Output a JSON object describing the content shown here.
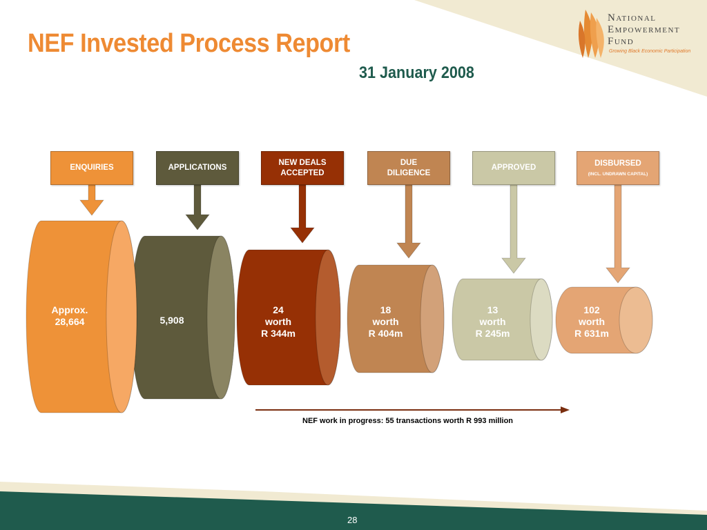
{
  "header": {
    "title": "NEF Invested Process Report",
    "date": "31 January 2008"
  },
  "logo": {
    "line1": "National",
    "line2": "Empowerment",
    "line3": "Fund",
    "tagline": "Growing Black Economic Participation",
    "icon": "flame-stripes-icon"
  },
  "stages": [
    {
      "label": "ENQUIRIES",
      "note": "",
      "value_lines": [
        "Approx.",
        "28,664"
      ],
      "color": "#ee9238",
      "dark": "#ee9238",
      "light": "#f6a864"
    },
    {
      "label": "APPLICATIONS",
      "note": "",
      "value_lines": [
        "5,908"
      ],
      "color": "#5e5a3c",
      "dark": "#5e5a3c",
      "light": "#8a8462"
    },
    {
      "label": "NEW DEALS ACCEPTED",
      "note": "",
      "value_lines": [
        "24",
        "worth",
        "R 344m"
      ],
      "color": "#963005",
      "dark": "#963005",
      "light": "#b45c2e"
    },
    {
      "label": "DUE DILIGENCE",
      "note": "",
      "value_lines": [
        "18",
        "worth",
        "R 404m"
      ],
      "color": "#c08552",
      "dark": "#c08552",
      "light": "#d2a179"
    },
    {
      "label": "APPROVED",
      "note": "",
      "value_lines": [
        "13",
        "worth",
        "R 245m"
      ],
      "color": "#cac8a6",
      "dark": "#cac8a6",
      "light": "#dcdbc2"
    },
    {
      "label": "DISBURSED",
      "note": "(INCL. UNDRAWN CAPITAL)",
      "value_lines": [
        "102",
        "worth",
        "R 631m"
      ],
      "color": "#e4a574",
      "dark": "#e4a574",
      "light": "#ecbc92"
    }
  ],
  "progress": {
    "text": "NEF work in progress:  55 transactions worth R 993 million",
    "arrow_color": "#7a2e0f"
  },
  "footer": {
    "page_number": "28",
    "band_color": "#1f5b4d"
  }
}
